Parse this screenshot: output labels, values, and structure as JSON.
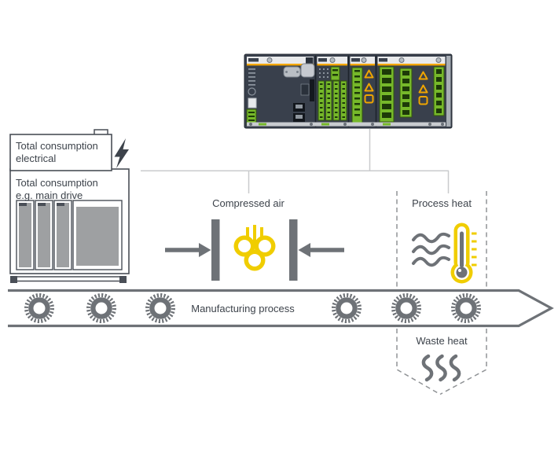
{
  "labels": {
    "compressed_air": "Compressed air",
    "process_heat": "Process heat",
    "manufacturing": "Manufacturing process",
    "waste_heat": "Waste heat"
  },
  "cabinet": {
    "box1_line1": "Total consumption",
    "box1_line2": "electrical",
    "box2_line1": "Total consumption",
    "box2_line2": "e.g. main drive"
  },
  "icons": {
    "lightning": "lightning-bolt-icon",
    "air_puff": "compressed-air-cloud-icon",
    "thermometer": "thermometer-heat-icon",
    "heat_waves": "heat-waves-icon",
    "steam": "waste-heat-steam-icon",
    "gear": "gear-icon",
    "plc": "plc-controller-image"
  },
  "colors": {
    "accent_yellow": "#F0CD00",
    "shape_gray": "#6E7277",
    "text_gray": "#3D434B",
    "connector_gray": "#C9CBCD",
    "dashed_gray": "#909396",
    "plc_body": "#39404C",
    "plc_green": "#76B82A",
    "plc_orange": "#F5A800"
  }
}
